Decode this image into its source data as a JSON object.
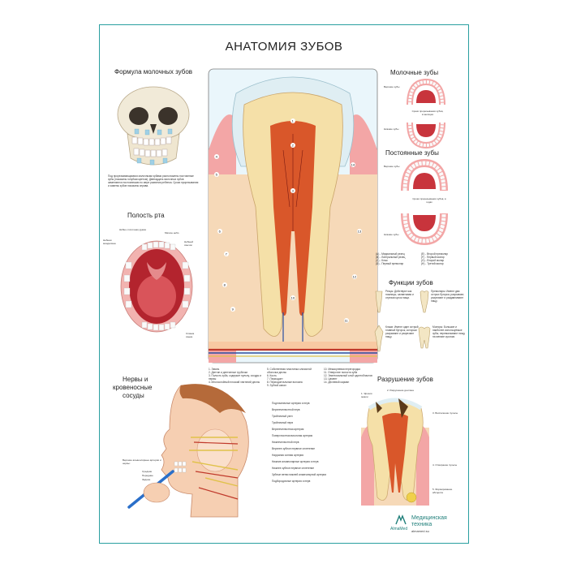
{
  "title": "АНАТОМИЯ ЗУБОВ",
  "sections": {
    "baby_formula": "Формула молочных зубов",
    "oral_cavity": "Полость рта",
    "nerves_title_1": "Нервы и",
    "nerves_title_2": "кровеносные",
    "nerves_title_3": "сосуды",
    "baby_teeth": "Молочные зубы",
    "permanent_teeth": "Постоянные зубы",
    "functions": "Функции зубов",
    "decay": "Разрушение зубов"
  },
  "baby_formula_text": "Под прорезывающимися молочными зубами расположены постоянные зубы (показаны голубым цветом). Двенадцать молочных зубов заменяются постоянными по мере развития ребенка. Сроки прорезывания и замены зубов показаны справа.",
  "oral_labels": {
    "soft_palate": "Нёбно-глоточная дужка",
    "hard_palate": "Мягкое небо",
    "tonsil": "Небная миндалина",
    "uvula": "Небный язычок",
    "tongue": "Спинка языка"
  },
  "baby_teeth_labels": {
    "upper": "Верхние зубы",
    "lower": "Нижние зубы",
    "eruption": "Сроки прорезывания зубов, в месяцах"
  },
  "permanent_teeth_labels": {
    "upper": "Верхние зубы",
    "lower": "Нижние зубы",
    "eruption": "Сроки прорезывания зубов, в годах"
  },
  "tooth_legend": [
    "(A) - Медиальный резец",
    "(B) - Латеральный резец",
    "(C) - Клык",
    "(D) - Первый премоляр",
    "(E) - Второй премоляр",
    "(F) - Первый моляр",
    "(G) - Второй моляр",
    "(H) - Третий моляр"
  ],
  "functions": {
    "incisors": "Резцы: Действуют как ножницы, захватывая и отрезая кусок пищи.",
    "premolars": "Премоляры: Имеют два острых бугорка; разрывают, разрезают и раздавливают пищу.",
    "canines": "Клыки: Имеют один острый главный бугорок, которым разрывают и разрезают пищу.",
    "molars": "Моляры: Большие и наиболее используемые зубы; перемалывают пищу на мелкие кусочки."
  },
  "center_legend_col1": [
    "1. Эмаль",
    "2. Дентин и дентинные трубочки",
    "3. Полость зуба, содержит пульпу, сосуды и нервы",
    "4. Многослойный плоский эпителий десны"
  ],
  "center_legend_col2": [
    "5. Собственная пластинка слизистой оболочки десны",
    "6. Кость",
    "7. Периодонт",
    "8. Периодонтальные волокна",
    "9. Зубной канал"
  ],
  "center_legend_col3": [
    "10. Межкорневая перегородка",
    "11. Отверстие полости зуба",
    "12. Эпителиальный слой одонтобластов",
    "13. Цемент",
    "14. Десневой карман"
  ],
  "nerve_labels_right": [
    "Подглазничные артерия и нерв",
    "Верхнечелюстной нерв",
    "Тройничный узел",
    "Тройничный нерв",
    "Верхнечелюстная артерия",
    "Поверхностная височная артерия",
    "Нижнечелюстной нерв",
    "Верхнее зубное нервное сплетение",
    "Наружная сонная артерия",
    "Нижние альвеолярные артерия и нерв",
    "Нижнее зубное нервное сплетение",
    "Зубные ветви нижней альвеолярной артерии",
    "Подбородочные артерия и нерв"
  ],
  "nerve_labels_left": [
    "Верхние альвеолярные артерии и нервы:",
    "Средние",
    "Передние",
    "Задние"
  ],
  "decay_labels": [
    "1. Эрозия эмали",
    "2. Разрушение дентина",
    "3. Воспаление пульпы",
    "4. Отмирание пульпы",
    "5. Формирование абсцесса"
  ],
  "brand": {
    "logo_text": "AlmaMed",
    "line1": "Медицинская",
    "line2": "техника",
    "site": "almamed.su"
  },
  "colors": {
    "border": "#2a9fa0",
    "enamel": "#dfeef3",
    "dentin": "#f5e0a8",
    "pulp": "#d9572a",
    "gum": "#f3a6a6",
    "bone": "#f6d9b8",
    "brand": "#1f7f7a"
  }
}
